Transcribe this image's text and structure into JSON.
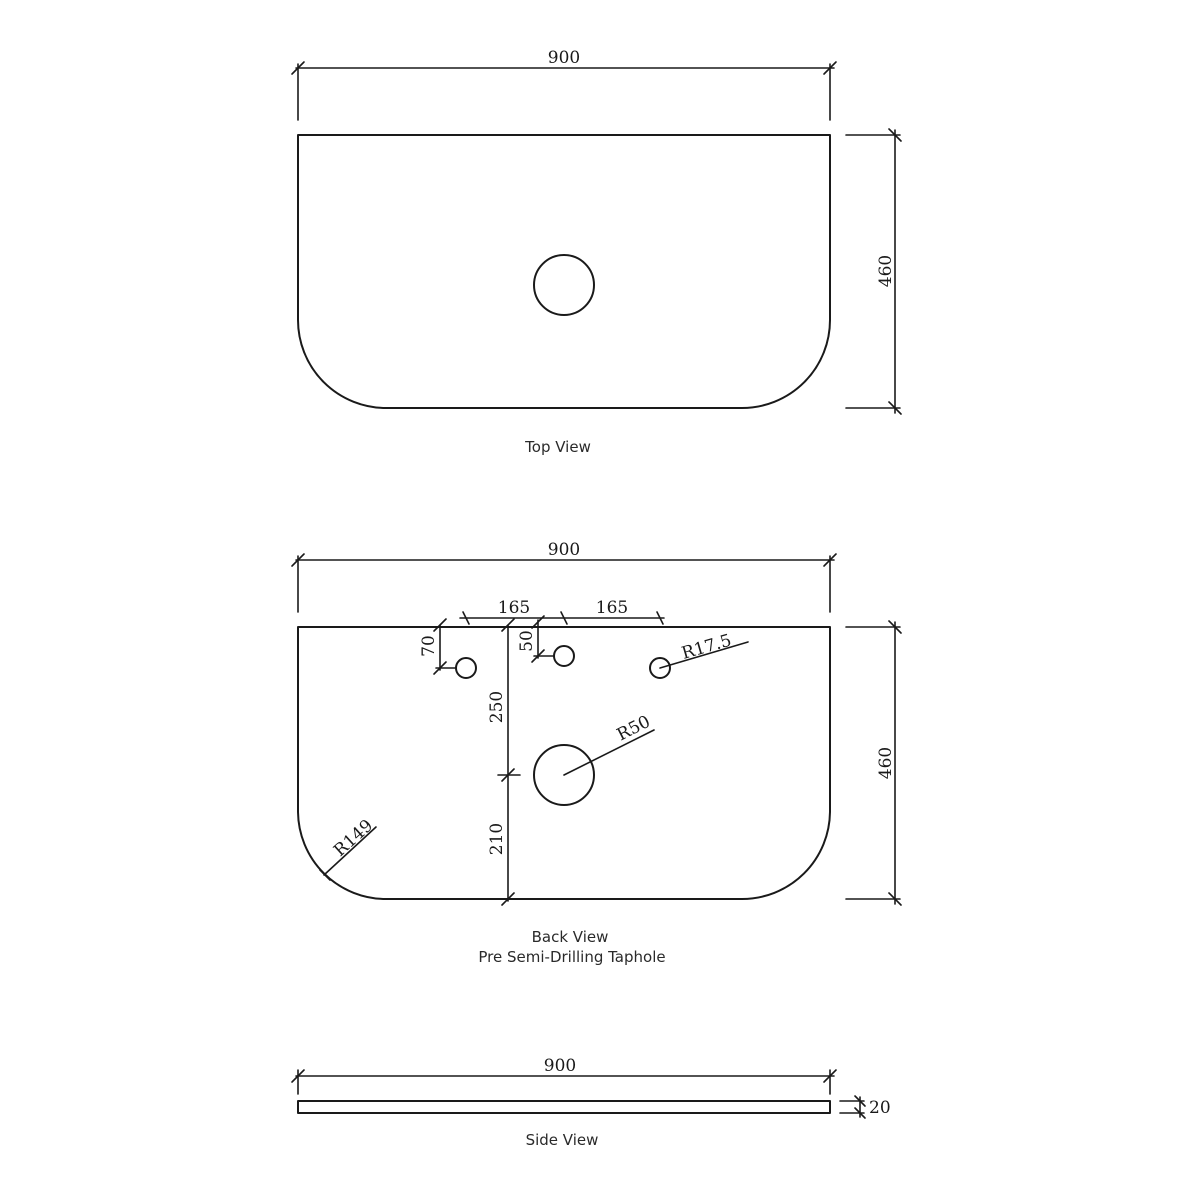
{
  "top_view": {
    "caption": "Top View",
    "width_dim": "900",
    "depth_dim": "460"
  },
  "back_view": {
    "caption_line1": "Back View",
    "caption_line2": "Pre Semi-Drilling Taphole",
    "width_dim": "900",
    "depth_dim": "460",
    "spacing_left": "165",
    "spacing_right": "165",
    "offset_left_hole": "70",
    "offset_center_hole": "50",
    "radius_taphole": "R17.5",
    "radius_waste": "R50",
    "radius_corner": "R149",
    "dist_front_to_waste": "250",
    "dist_waste_to_back": "210"
  },
  "side_view": {
    "caption": "Side View",
    "width_dim": "900",
    "thickness_dim": "20"
  }
}
